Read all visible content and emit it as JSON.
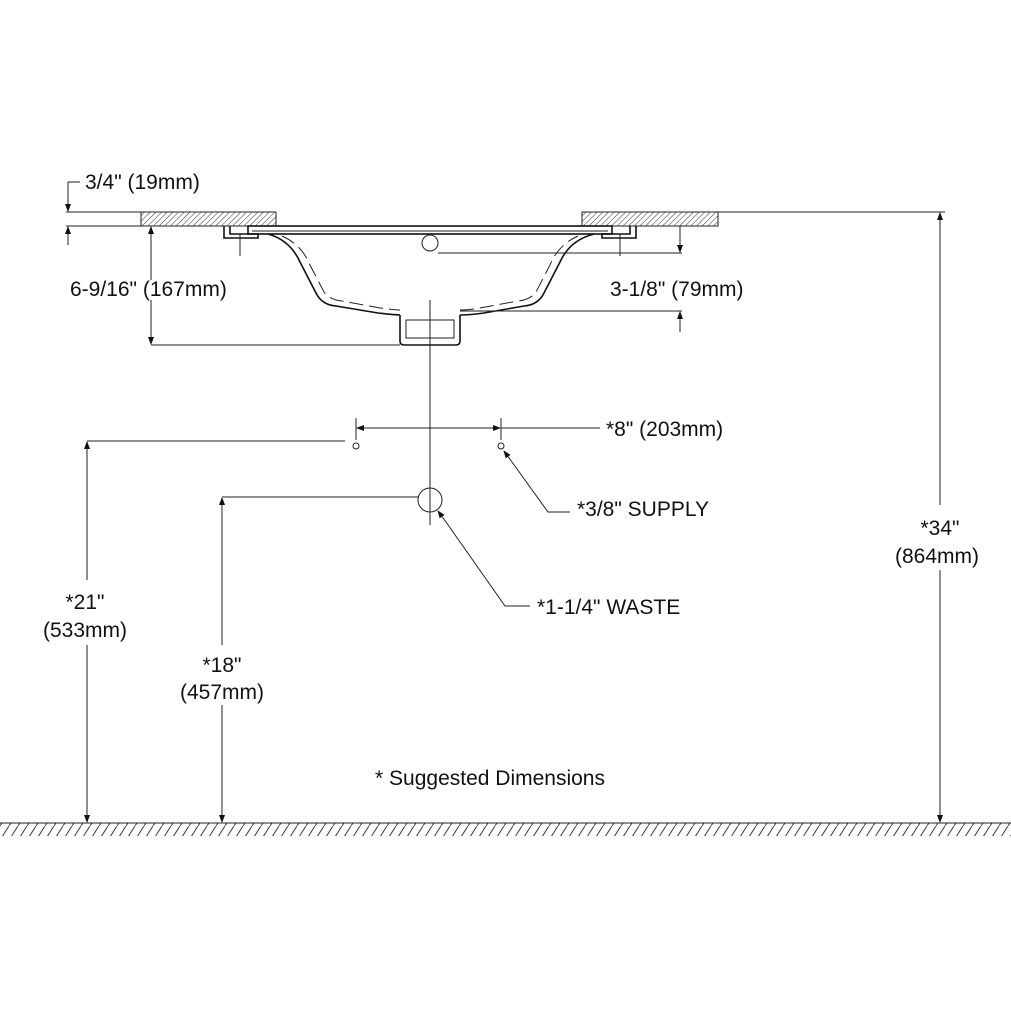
{
  "dimensions": {
    "countertop_thickness": "3/4\" (19mm)",
    "bowl_depth": "6-9/16\" (167mm)",
    "overflow_to_bottom": "3-1/8\" (79mm)",
    "supply_spacing": "*8\" (203mm)",
    "supply_label": "*3/8\" SUPPLY",
    "waste_label": "*1-1/4\" WASTE",
    "counter_height_in": "*34\"",
    "counter_height_mm": "(864mm)",
    "supply_height_in": "*21\"",
    "supply_height_mm": "(533mm)",
    "waste_height_in": "*18\"",
    "waste_height_mm": "(457mm)"
  },
  "note": "* Suggested Dimensions",
  "colors": {
    "line": "#222222",
    "background": "#ffffff"
  }
}
